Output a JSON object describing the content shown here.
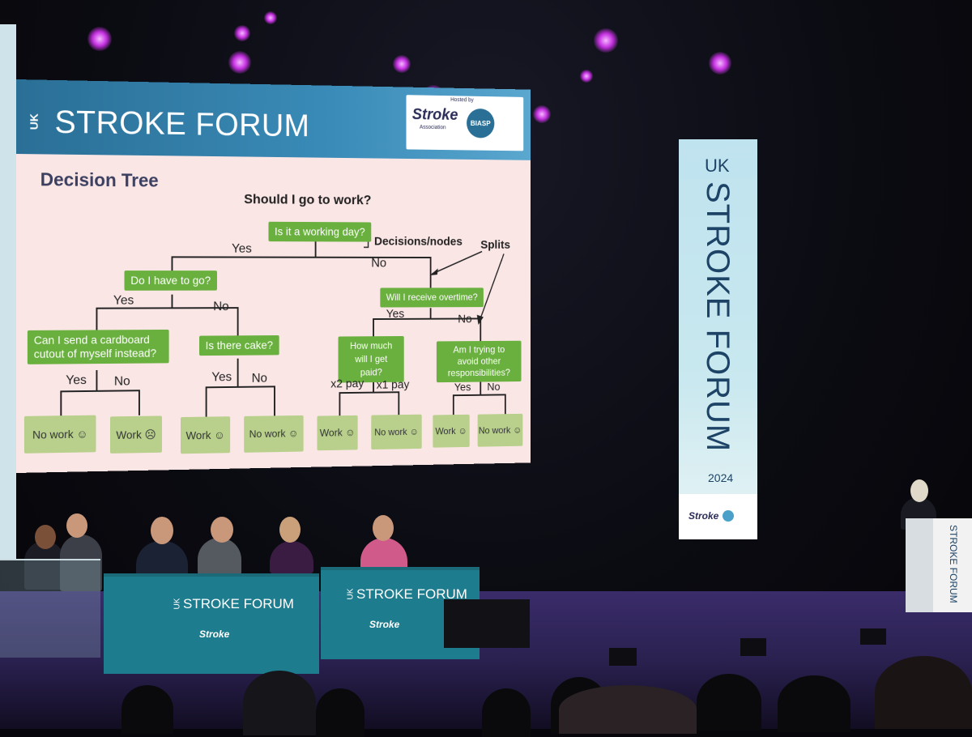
{
  "slide": {
    "uk": "UK",
    "title": "STROKE FORUM",
    "hosted_by": "Hosted by",
    "stroke_logo": "Stroke",
    "stroke_sub": "Association",
    "biasp_logo": "BIASP",
    "heading": "Decision Tree",
    "question": "Should I go to work?",
    "root": "Is it a working day?",
    "decisions_nodes": "Decisions/nodes",
    "splits": "Splits",
    "yes1": "Yes",
    "no1": "No",
    "node_go": "Do I have to go?",
    "node_overtime": "Will I receive overtime?",
    "yes2": "Yes",
    "no2": "No",
    "yes3": "Yes",
    "no3": "No",
    "node_cardboard": "Can I send a cardboard cutout of myself instead?",
    "node_cake": "Is there cake?",
    "node_paid": "How much will I get paid?",
    "node_avoid": "Am I trying to avoid other responsibilities?",
    "yes4": "Yes",
    "no4": "No",
    "yes5": "Yes",
    "no5": "No",
    "x2pay": "x2 pay",
    "x1pay": "x1 pay",
    "yes6": "Yes",
    "no6": "No",
    "leaves": [
      "No work ☺",
      "Work ☹",
      "Work ☺",
      "No work ☺",
      "Work ☺",
      "No work ☺",
      "Work ☺",
      "No work ☺"
    ]
  },
  "banner": {
    "uk": "UK",
    "text": "STROKE FORUM",
    "year": "2024"
  },
  "tables": {
    "left_uk": "UK",
    "left_title": "STROKE FORUM",
    "right_uk": "UK",
    "right_title": "STROKE FORUM",
    "stroke": "Stroke"
  },
  "podium": {
    "text": "STROKE FORUM"
  }
}
